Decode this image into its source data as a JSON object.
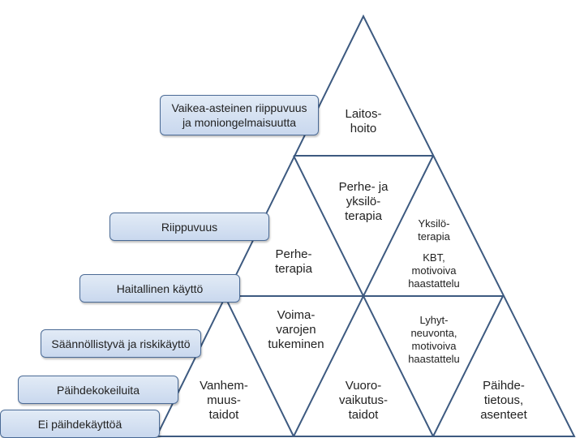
{
  "levels": {
    "level_6": "Vaikea-asteinen riippuvuus\nja moniongelmaisuutta",
    "level_5": "Riippuvuus",
    "level_4": "Haitallinen käyttö",
    "level_3": "Säännöllistyvä ja riskikäyttö",
    "level_2": "Päihdekokeiluita",
    "level_1": "Ei päihdekäyttöä"
  },
  "cells": {
    "top": "Laitos-\nhoito",
    "perheterapia": "Perhe-\nterapia",
    "perhe_yksilo": "Perhe- ja\nyksilö-\nterapia",
    "yksilo_title": "Yksilö-\nterapia",
    "yksilo_methods": "KBT,\nmotivoiva\nhaastattelu",
    "vanhemmuus": "Vanhem-\nmuus-\ntaidot",
    "voimavarat": "Voima-\nvarojen\ntukeminen",
    "vuorovaikutus": "Vuoro-\nvaikutus-\ntaidot",
    "lyhytneuvonta": "Lyhyt-\nneuvonta,\nmotivoiva\nhaastattelu",
    "paihdetietous": "Päihde-\ntietous,\nasenteet"
  },
  "colors": {
    "triangle_stroke": "#3d5a80",
    "box_fill": "#d3e0f1",
    "box_stroke": "#4a6a95"
  }
}
